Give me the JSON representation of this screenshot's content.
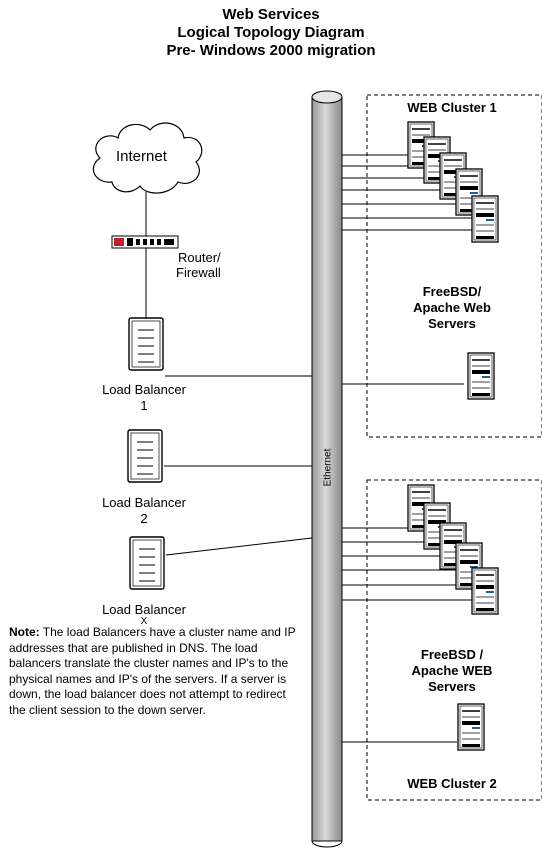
{
  "title": {
    "line1": "Web Services",
    "line2": "Logical Topology Diagram",
    "line3": "Pre- Windows 2000 migration"
  },
  "internet": {
    "label": "Internet",
    "icon": "cloud-icon"
  },
  "router": {
    "label_line1": "Router/",
    "label_line2": "Firewall",
    "icon": "router-icon"
  },
  "load_balancers": [
    {
      "label": "Load Balancer",
      "number": "1"
    },
    {
      "label": "Load Balancer",
      "number": "2"
    },
    {
      "label": "Load Balancer",
      "number": "X"
    }
  ],
  "backbone": {
    "label": "Ethernet"
  },
  "cluster1": {
    "title": "WEB Cluster 1",
    "desc_line1": "FreeBSD/",
    "desc_line2": "Apache Web",
    "desc_line3": "Servers"
  },
  "cluster2": {
    "title": "WEB Cluster 2",
    "desc_line1": "FreeBSD /",
    "desc_line2": "Apache WEB",
    "desc_line3": "Servers"
  },
  "note": {
    "heading": "Note:",
    "body": "The load Balancers have a cluster name and IP addresses that are published in DNS. The load balancers translate the cluster names and IP's to the physical names and IP's of the servers. If a server is down, the load balancer does not attempt to redirect the client session to the down server."
  },
  "colors": {
    "line": "#000000",
    "pipe_fill": "#c8c8c8",
    "server_accent": "#1f5f9f"
  }
}
